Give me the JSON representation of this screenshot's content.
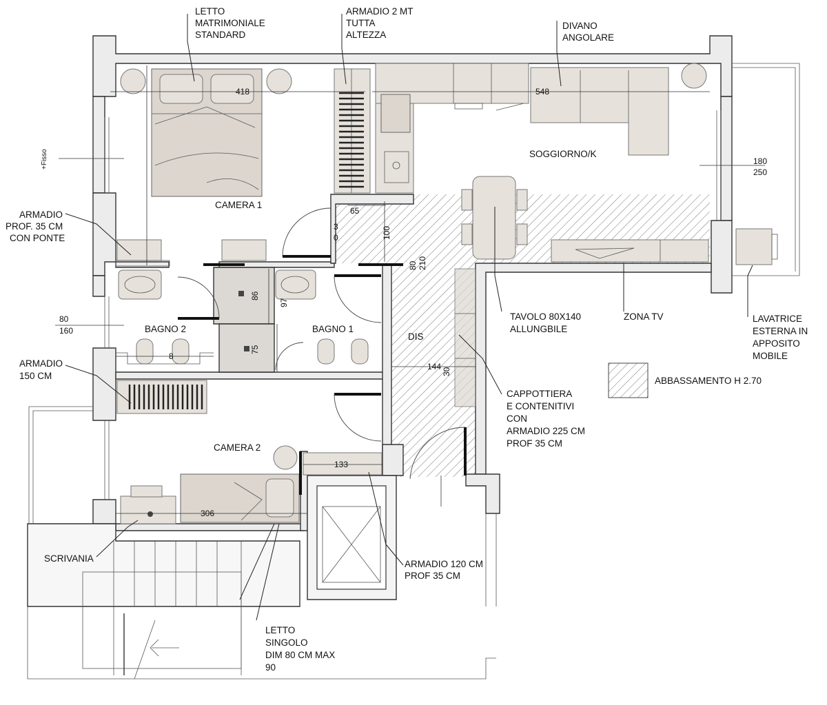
{
  "rooms": {
    "camera1": "CAMERA 1",
    "camera2": "CAMERA 2",
    "bagno1": "BAGNO 1",
    "bagno2": "BAGNO 2",
    "soggiorno": "SOGGIORNO/K",
    "dis": "DIS"
  },
  "labels": {
    "letto_matr": [
      "LETTO",
      "MATRIMONIALE",
      "STANDARD"
    ],
    "armadio2mt": [
      "ARMADIO 2 MT",
      "TUTTA",
      "ALTEZZA"
    ],
    "divano": [
      "DIVANO",
      "ANGOLARE"
    ],
    "armadio35": [
      "ARMADIO",
      "PROF. 35 CM",
      "CON PONTE"
    ],
    "armadio150": [
      "ARMADIO",
      "150 CM"
    ],
    "scrivania": "SCRIVANIA",
    "letto_sing": [
      "LETTO",
      "SINGOLO",
      "DIM 80 CM MAX",
      "90"
    ],
    "armadio120": [
      "ARMADIO 120 CM",
      "PROF 35 CM"
    ],
    "tavolo": [
      "TAVOLO 80X140",
      "ALLUNGBILE"
    ],
    "zona_tv": "ZONA TV",
    "lavatrice": [
      "LAVATRICE",
      "ESTERNA IN",
      "APPOSITO",
      "MOBILE"
    ],
    "cappottiera": [
      "CAPPOTTIERA",
      "E CONTENITIVI",
      "CON",
      "ARMADIO 225 CM",
      "PROF 35 CM"
    ],
    "fisso": "+Fisso"
  },
  "legend": {
    "abbassamento": "ABBASSAMENTO H 2.70"
  },
  "dimensions": {
    "d418": "418",
    "d548": "548",
    "d65": "65",
    "d100": "100",
    "d86": "86",
    "d97": "97",
    "d75": "75",
    "d8": "8",
    "d144": "144",
    "d30": "30",
    "d133": "133",
    "d306": "306",
    "d3": "3",
    "d0": "0",
    "d80_210": [
      "80",
      "210"
    ],
    "w180_250": [
      "180",
      "250"
    ],
    "w80_160": [
      "80",
      "160"
    ]
  }
}
